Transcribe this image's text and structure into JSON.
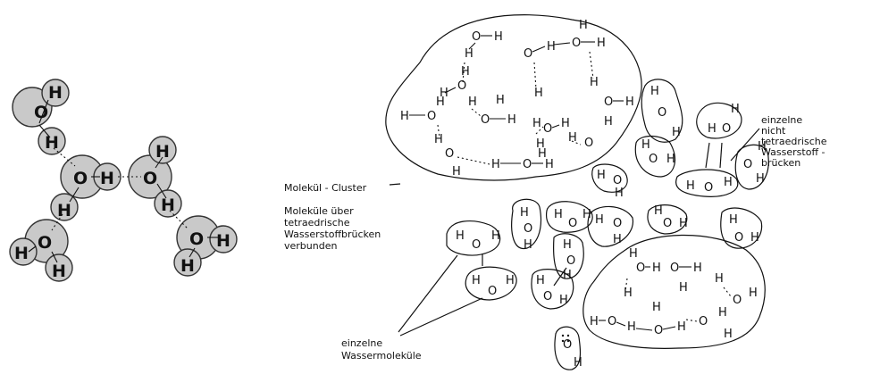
{
  "atoms": {
    "oxygen": "O",
    "hydrogen": "H"
  },
  "labels": {
    "cluster": "Molekül - Cluster",
    "tetra_line1": "Moleküle über",
    "tetra_line2": "tetraedrische",
    "tetra_line3": "Wasserstoffbrücken",
    "tetra_line4": "verbunden",
    "single_line1": "einzelne",
    "single_line2": "Wassermoleküle",
    "nontetra_line1": "einzelne",
    "nontetra_line2": "nicht",
    "nontetra_line3": "tetraedrische",
    "nontetra_line4": "Wasserstoff -",
    "nontetra_line5": "brücken"
  }
}
